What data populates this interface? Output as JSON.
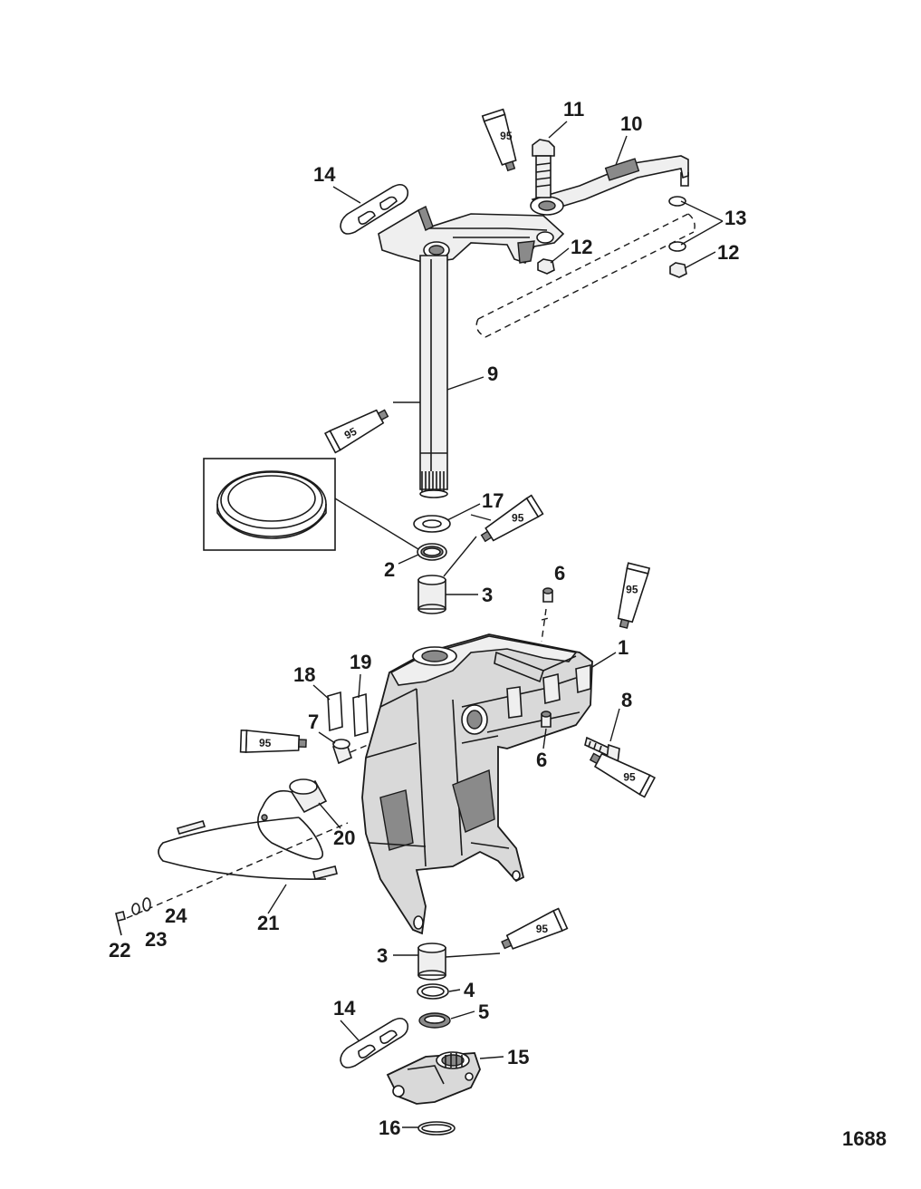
{
  "figure_number": "1688",
  "lubricant_label": "95",
  "callouts": [
    {
      "id": "c11",
      "text": "11"
    },
    {
      "id": "c10",
      "text": "10"
    },
    {
      "id": "c14a",
      "text": "14"
    },
    {
      "id": "c13",
      "text": "13"
    },
    {
      "id": "c12a",
      "text": "12"
    },
    {
      "id": "c12b",
      "text": "12"
    },
    {
      "id": "c9",
      "text": "9"
    },
    {
      "id": "c17",
      "text": "17"
    },
    {
      "id": "c2",
      "text": "2"
    },
    {
      "id": "c3a",
      "text": "3"
    },
    {
      "id": "c6a",
      "text": "6"
    },
    {
      "id": "c1",
      "text": "1"
    },
    {
      "id": "c18",
      "text": "18"
    },
    {
      "id": "c19",
      "text": "19"
    },
    {
      "id": "c7",
      "text": "7"
    },
    {
      "id": "c8",
      "text": "8"
    },
    {
      "id": "c6b",
      "text": "6"
    },
    {
      "id": "c20",
      "text": "20"
    },
    {
      "id": "c21",
      "text": "21"
    },
    {
      "id": "c22",
      "text": "22"
    },
    {
      "id": "c23",
      "text": "23"
    },
    {
      "id": "c24",
      "text": "24"
    },
    {
      "id": "c3b",
      "text": "3"
    },
    {
      "id": "c4",
      "text": "4"
    },
    {
      "id": "c5",
      "text": "5"
    },
    {
      "id": "c14b",
      "text": "14"
    },
    {
      "id": "c15",
      "text": "15"
    },
    {
      "id": "c16",
      "text": "16"
    }
  ]
}
